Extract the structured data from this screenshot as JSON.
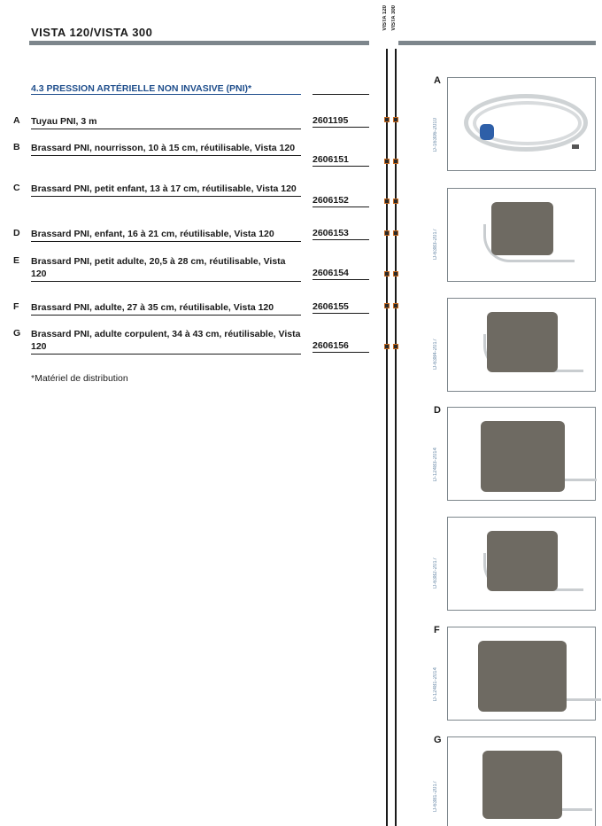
{
  "header": {
    "title": "VISTA 120/VISTA 300",
    "columns": [
      "VISTA 120",
      "VISTA 300"
    ]
  },
  "section": {
    "title": "4.3  PRESSION ARTÉRIELLE NON INVASIVE (PNI)*"
  },
  "items": [
    {
      "letter": "A",
      "description": "Tuyau PNI, 3 m",
      "code": "2601195"
    },
    {
      "letter": "B",
      "description": "Brassard PNI, nourrisson, 10 à 15 cm, réutilisable, Vista 120",
      "code": "2606151"
    },
    {
      "letter": "C",
      "description": "Brassard PNI, petit enfant, 13 à 17 cm, réutilisable, Vista 120",
      "code": "2606152"
    },
    {
      "letter": "D",
      "description": "Brassard PNI, enfant, 16 à 21 cm, réutilisable, Vista 120",
      "code": "2606153"
    },
    {
      "letter": "E",
      "description": "Brassard PNI, petit adulte, 20,5 à 28 cm, réutilisable, Vista 120",
      "code": "2606154"
    },
    {
      "letter": "F",
      "description": "Brassard PNI, adulte, 27 à 35 cm, réutilisable, Vista 120",
      "code": "2606155"
    },
    {
      "letter": "G",
      "description": "Brassard PNI, adulte corpulent, 34 à 43 cm, réutilisable, Vista 120",
      "code": "2606156"
    }
  ],
  "footnote": "*Matériel de distribution",
  "images": [
    {
      "letter": "A",
      "code": "D-16306-2010"
    },
    {
      "letter": "",
      "code": "D-6383-2017"
    },
    {
      "letter": "",
      "code": "D-6384-2017"
    },
    {
      "letter": "D",
      "code": "D-12483-2014"
    },
    {
      "letter": "",
      "code": "D-6382-2017"
    },
    {
      "letter": "F",
      "code": "D-12481-2014"
    },
    {
      "letter": "G",
      "code": "D-6381-2017"
    }
  ]
}
